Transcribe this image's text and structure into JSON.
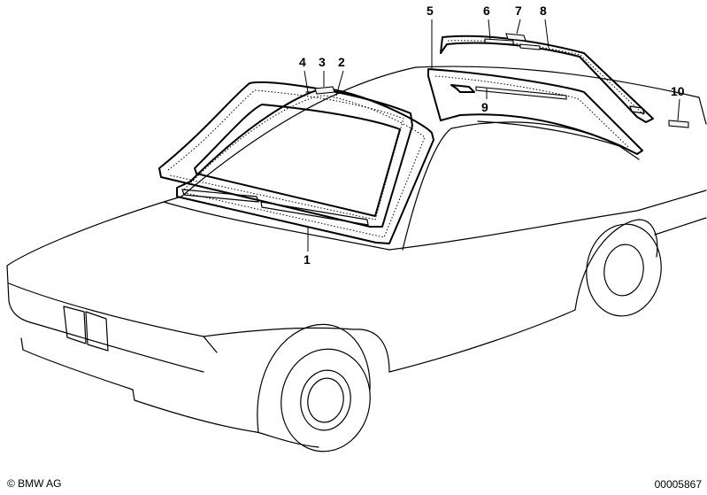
{
  "callouts": {
    "c1": "1",
    "c2": "2",
    "c3": "3",
    "c4": "4",
    "c5": "5",
    "c6": "6",
    "c7": "7",
    "c8": "8",
    "c9": "9",
    "c10": "10"
  },
  "footer": {
    "copyright": "© BMW AG",
    "drawing_number": "00005867"
  }
}
